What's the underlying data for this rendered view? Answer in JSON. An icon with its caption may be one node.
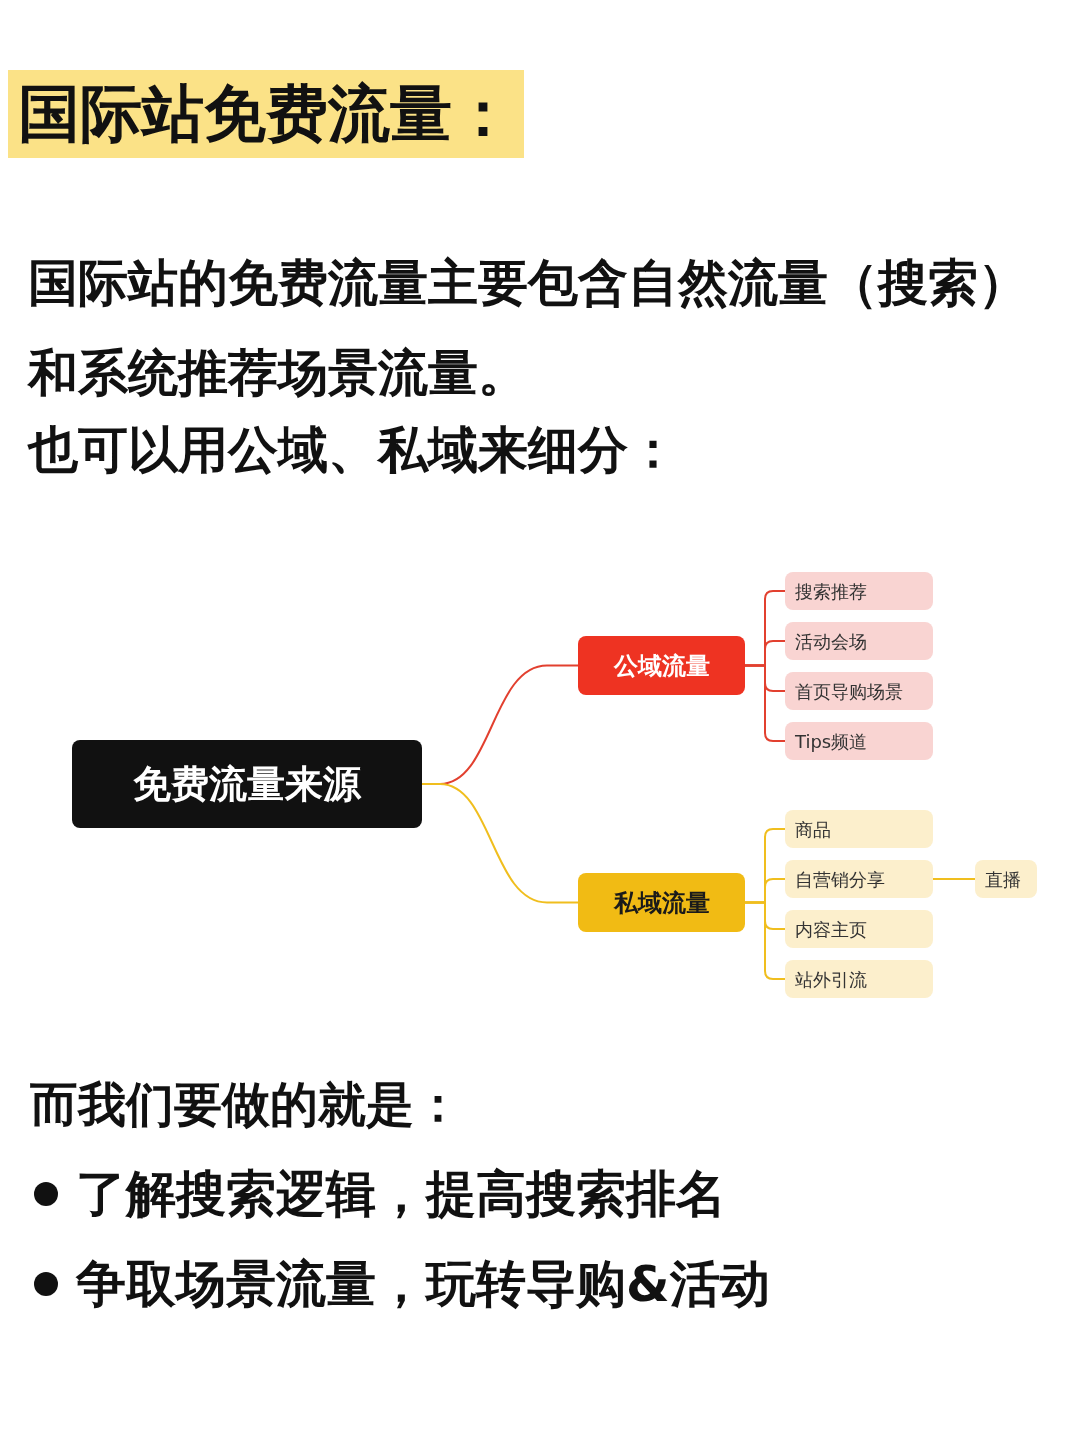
{
  "diagram": {
    "title": "国际站免费流量：",
    "nodes": [
      {
        "text": [
          "免费流量来源"
        ]
      },
      {
        "text": [
          "公域流量"
        ]
      },
      {
        "text": [
          "搜索推荐"
        ]
      },
      {
        "text": [
          "活动会场"
        ]
      },
      {
        "text": [
          "首页导购场景"
        ]
      },
      {
        "text": [
          "Tips频道"
        ]
      },
      {
        "text": [
          "私域流量"
        ]
      },
      {
        "text": [
          "商品"
        ]
      },
      {
        "text": [
          "自营销分享"
        ]
      },
      {
        "text": [
          "内容主页"
        ]
      },
      {
        "text": [
          "站外引流"
        ]
      },
      {
        "text": [
          "直播"
        ]
      }
    ],
    "edges": [
      {
        "from": 0,
        "to": 1,
        "arrow": "none",
        "color": "#e2402f"
      },
      {
        "from": 1,
        "to": 2,
        "arrow": "none",
        "color": "#e2402f"
      },
      {
        "from": 1,
        "to": 3,
        "arrow": "none",
        "color": "#e2402f"
      },
      {
        "from": 1,
        "to": 4,
        "arrow": "none",
        "color": "#e2402f"
      },
      {
        "from": 1,
        "to": 5,
        "arrow": "none",
        "color": "#e2402f"
      },
      {
        "from": 0,
        "to": 6,
        "arrow": "none",
        "color": "#f0be1e"
      },
      {
        "from": 6,
        "to": 7,
        "arrow": "none",
        "color": "#f0be1e"
      },
      {
        "from": 6,
        "to": 8,
        "arrow": "none",
        "color": "#f0be1e"
      },
      {
        "from": 6,
        "to": 9,
        "arrow": "none",
        "color": "#f0be1e"
      },
      {
        "from": 6,
        "to": 10,
        "arrow": "none",
        "color": "#f0be1e"
      },
      {
        "from": 8,
        "to": 11,
        "arrow": "none",
        "color": "#f0be1e"
      }
    ],
    "labels": [
      "国际站的免费流量主要包含自然流量（搜索）和系统推荐场景流量。",
      "也可以用公域、私域来细分：",
      "而我们要做的就是：",
      "了解搜索逻辑，提高搜索排名",
      "争取场景流量，玩转导购&活动"
    ]
  }
}
